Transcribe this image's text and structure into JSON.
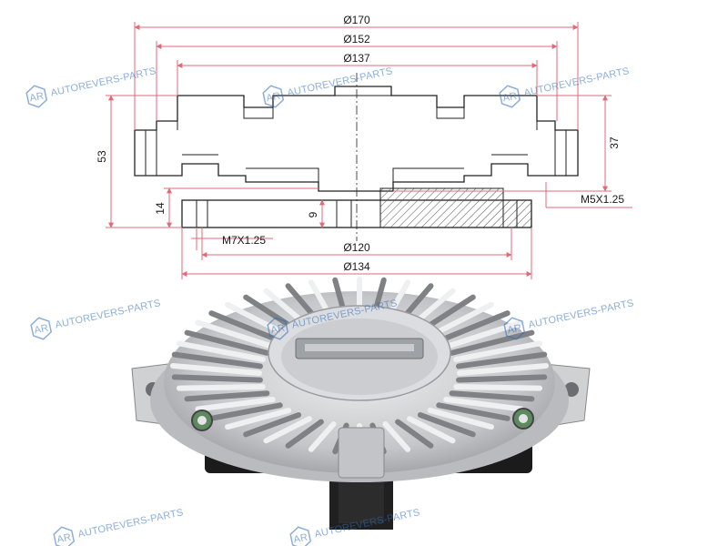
{
  "drawing": {
    "dimensions": {
      "d170": "Ø170",
      "d152": "Ø152",
      "d137": "Ø137",
      "h53": "53",
      "h37": "37",
      "h14": "14",
      "h9": "9",
      "thread_m5": "M5X1.25",
      "thread_m7": "M7X1.25",
      "d120": "Ø120",
      "d134": "Ø134"
    }
  },
  "watermark": {
    "logo": "AR",
    "text": "AUTOREVERS-PARTS"
  },
  "colors": {
    "dimension_line": "#e06a7a",
    "outline": "#222222",
    "watermark": "#2f6db8",
    "metal_light": "#d9dadc",
    "metal_dark": "#8d8f93"
  }
}
